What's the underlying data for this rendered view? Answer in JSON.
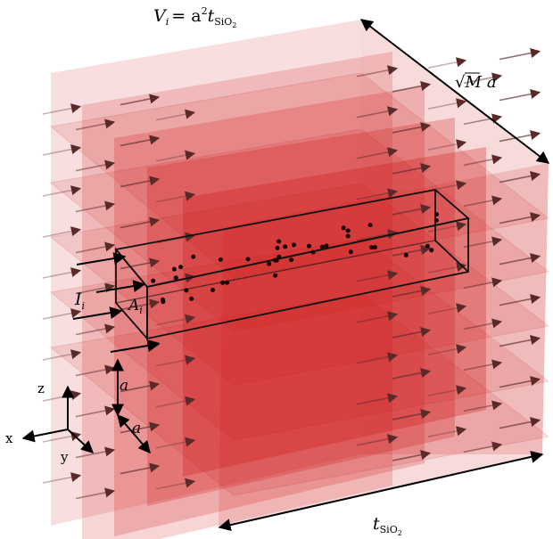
{
  "labels": {
    "volume_lhs": "V",
    "volume_lhs_sub": "i",
    "volume_rhs": "= a",
    "volume_rhs_sup": "2",
    "volume_t": "t",
    "volume_t_sub": "SiO",
    "volume_t_sub2": "2",
    "width_sqrt": "√",
    "width_M": "M",
    "width_a": "a",
    "current": "I",
    "current_sub": "i",
    "area": "A",
    "area_sub": "i",
    "height_a": "a",
    "depth_a": "a",
    "thickness_t": "t",
    "thickness_sub": "SiO",
    "thickness_sub2": "2"
  },
  "axes": {
    "x": "x",
    "y": "y",
    "z": "z"
  },
  "colors": {
    "slab_fill": "#d01818",
    "tube_stroke": "#111111",
    "arrow_color": "#5a2a2a",
    "defect_dot": "#1a0000"
  },
  "structure": {
    "slab_count": 5,
    "arrow_rows": 10,
    "defect_count": 40
  }
}
